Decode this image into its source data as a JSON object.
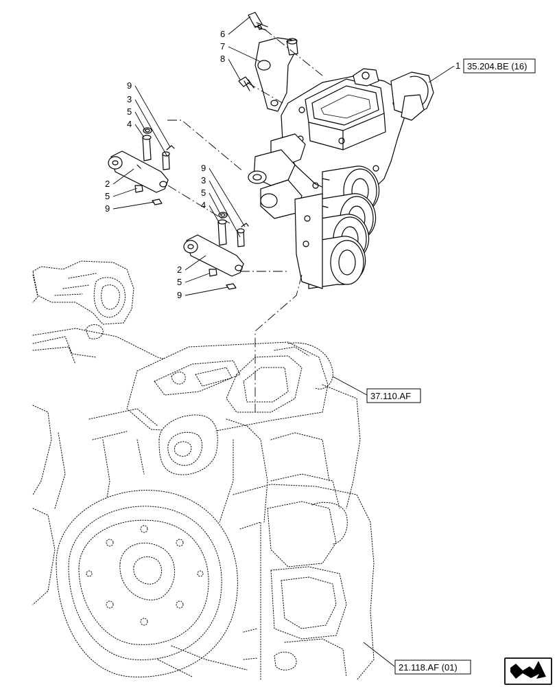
{
  "callouts": [
    {
      "id": "c6",
      "label": "6"
    },
    {
      "id": "c7",
      "label": "7"
    },
    {
      "id": "c8",
      "label": "8"
    },
    {
      "id": "c1",
      "label": "1"
    },
    {
      "id": "a9",
      "label": "9"
    },
    {
      "id": "a3",
      "label": "3"
    },
    {
      "id": "a5",
      "label": "5"
    },
    {
      "id": "a4",
      "label": "4"
    },
    {
      "id": "a2",
      "label": "2"
    },
    {
      "id": "a5b",
      "label": "5"
    },
    {
      "id": "a9b",
      "label": "9"
    },
    {
      "id": "b9",
      "label": "9"
    },
    {
      "id": "b3",
      "label": "3"
    },
    {
      "id": "b5",
      "label": "5"
    },
    {
      "id": "b4",
      "label": "4"
    },
    {
      "id": "b2",
      "label": "2"
    },
    {
      "id": "b5b",
      "label": "5"
    },
    {
      "id": "b9b",
      "label": "9"
    }
  ],
  "references": {
    "valve_ref": "35.204.BE (16)",
    "housing_ref": "37.110.AF",
    "transmission_ref": "21.118.AF (01)"
  },
  "nav": {
    "icon": "next-page-arrow-icon"
  }
}
